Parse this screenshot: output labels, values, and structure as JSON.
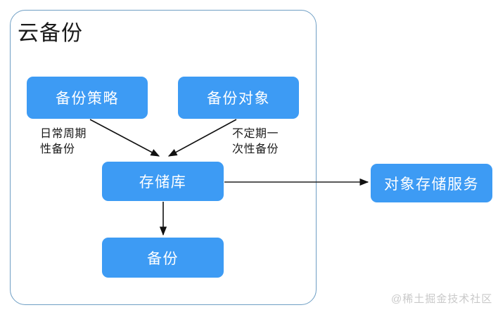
{
  "diagram": {
    "type": "flow-diagram",
    "group": {
      "title": "云备份",
      "border_color": "#6e9ec4"
    },
    "node_color": "#3d9bf4",
    "node_text_color": "#ffffff",
    "nodes": [
      {
        "id": "backup-policy",
        "label": "备份策略"
      },
      {
        "id": "backup-object",
        "label": "备份对象"
      },
      {
        "id": "vault",
        "label": "存储库"
      },
      {
        "id": "backup",
        "label": "备份"
      },
      {
        "id": "oss",
        "label": "对象存储服务"
      }
    ],
    "edges": [
      {
        "from": "backup-policy",
        "to": "vault",
        "label": "日常周期\n性备份"
      },
      {
        "from": "backup-object",
        "to": "vault",
        "label": "不定期一\n次性备份"
      },
      {
        "from": "vault",
        "to": "backup",
        "label": ""
      },
      {
        "from": "vault",
        "to": "oss",
        "label": ""
      }
    ]
  },
  "watermark": {
    "text": "@稀土掘金技术社区"
  }
}
